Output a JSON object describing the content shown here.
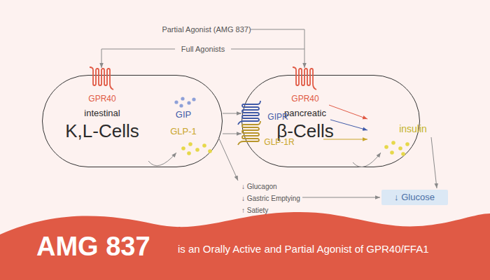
{
  "diagram": {
    "nodes": [
      {
        "text": [
          "GPR40",
          "intestinal",
          "K,L-Cells"
        ]
      },
      {
        "text": [
          "GPR40",
          "pancreatic",
          "β-Cells"
        ]
      },
      {
        "text": [
          "↓ Glucose"
        ]
      }
    ],
    "edges": [
      {
        "from": 0,
        "to": 1,
        "label": "GIP",
        "arrow": "to"
      },
      {
        "from": 0,
        "to": 1,
        "label": "GLP-1",
        "arrow": "to"
      }
    ],
    "labels": [
      "Partial Agonist (AMG 837)",
      "Full Agonists",
      "GIPR",
      "GLP-1R",
      "insulin",
      "↓ Glucagon",
      "↓ Gastric Emptying",
      "↑ Satiety",
      "AMG 837",
      "is an Orally Active and Partial Agonist of GPR40/FFA1"
    ]
  }
}
